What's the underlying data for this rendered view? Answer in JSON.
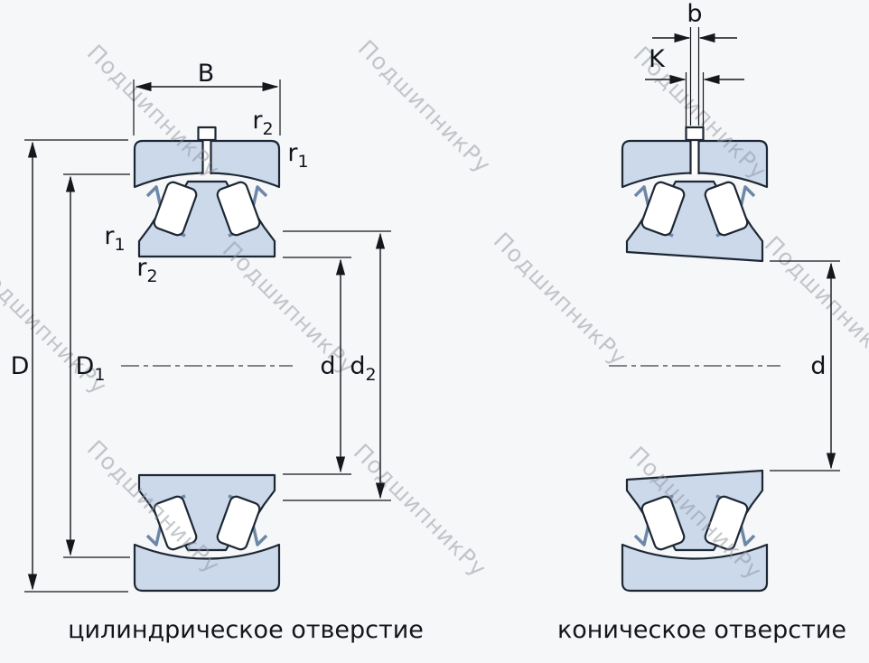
{
  "watermark": {
    "text": "ПодшипникРу"
  },
  "diagram": {
    "colors": {
      "ring": "#ccd9eb",
      "outline": "#1d2733",
      "cage": "#6d87a8",
      "dimension": "#16161c"
    },
    "left": {
      "caption": "цилиндрическое отверстие",
      "labels": {
        "B": "B",
        "D": "D",
        "D1": {
          "base": "D",
          "sub": "1"
        },
        "d": "d",
        "d2": {
          "base": "d",
          "sub": "2"
        },
        "r1": {
          "base": "r",
          "sub": "1"
        },
        "r2": {
          "base": "r",
          "sub": "2"
        }
      }
    },
    "right": {
      "caption": "коническое отверстие",
      "labels": {
        "b": "b",
        "K": "K",
        "d": "d"
      }
    }
  }
}
